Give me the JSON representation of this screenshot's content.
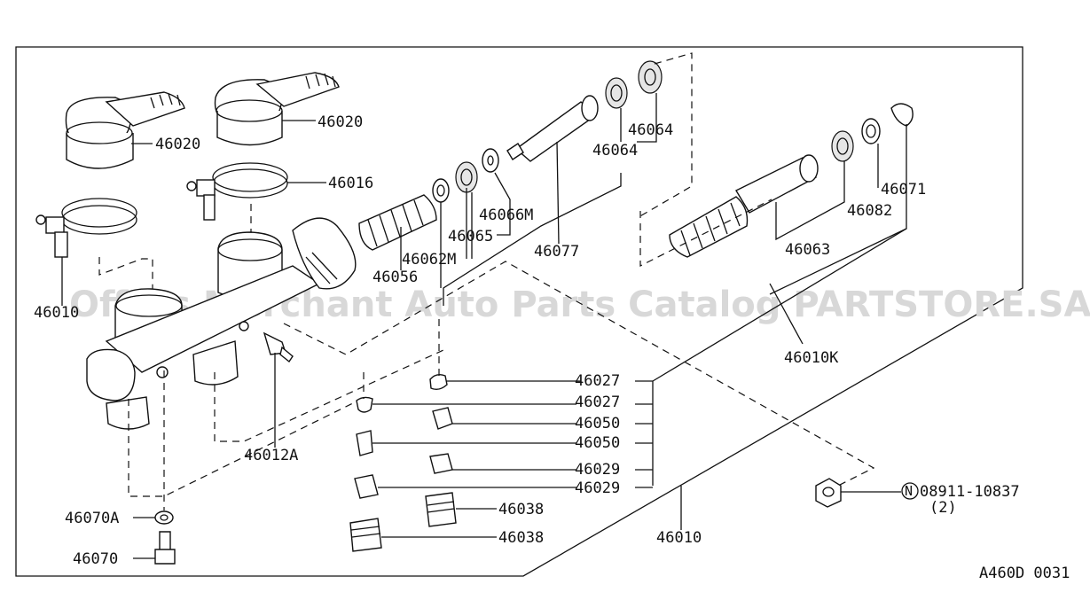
{
  "diagram": {
    "watermark": "Offers Merchant Auto Parts Catalog PARTSTORE.SA",
    "diagram_code": "A460D 0031",
    "labels": {
      "p46020a": "46020",
      "p46020b": "46020",
      "p46016": "46016",
      "p46010": "46010",
      "p46056": "46056",
      "p46062m": "46062M",
      "p46065": "46065",
      "p46066m": "46066M",
      "p46077": "46077",
      "p46064a": "46064",
      "p46064b": "46064",
      "p46071": "46071",
      "p46082": "46082",
      "p46063": "46063",
      "p46010k": "46010K",
      "p46012a": "46012A",
      "p46027a": "46027",
      "p46027b": "46027",
      "p46050a": "46050",
      "p46050b": "46050",
      "p46029a": "46029",
      "p46029b": "46029",
      "p46038a": "46038",
      "p46038b": "46038",
      "p46070a": "46070A",
      "p46070": "46070",
      "p46010main": "46010",
      "nut_part": "08911-10837",
      "nut_qty": "(2)",
      "nut_symbol": "N"
    }
  }
}
